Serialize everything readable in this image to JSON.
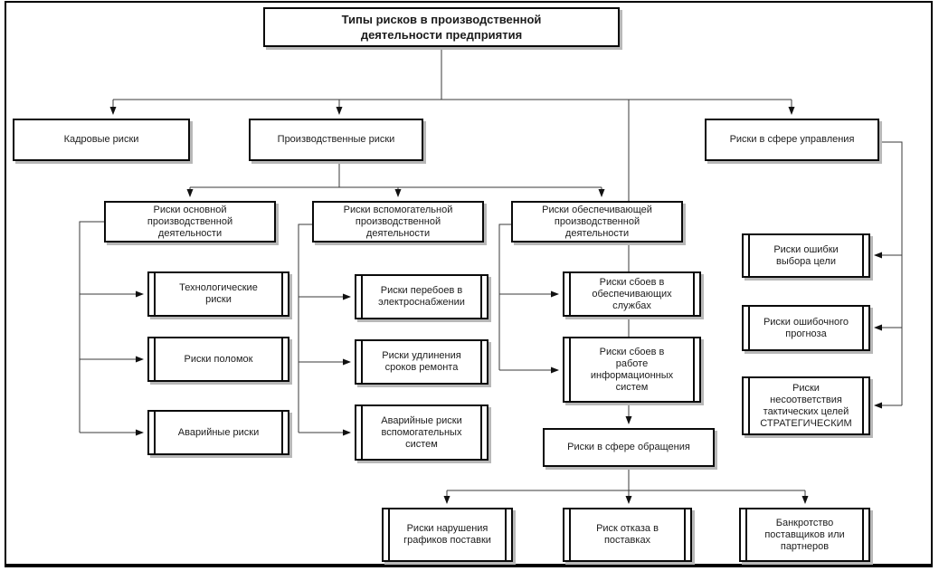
{
  "diagram": {
    "kind": "flowchart",
    "language": "ru",
    "colors": {
      "border": "#0a0a0a",
      "background": "#ffffff",
      "shadow": "#b8b8b8",
      "line": "#3a3a3a",
      "text": "#1c1c1c"
    },
    "nodes": {
      "title": "Типы рисков в производственной\nдеятельности предприятия",
      "kadrovye": "Кадровые риски",
      "proizvodstvennye": "Производственные риски",
      "upravleniya": "Риски в сфере управления",
      "osnovnoy": "Риски основной\nпроизводственной\nдеятельности",
      "vspomogatelnoy": "Риски вспомогательной\nпроизводственной\nдеятельности",
      "obespechivayushchey": "Риски обеспечивающей\nпроизводственной\nдеятельности",
      "tekhnologicheskie": "Технологические\nриски",
      "polomok": "Риски поломок",
      "avariynye": "Аварийные риски",
      "pereboev": "Риски перебоев в\nэлектроснабжении",
      "udlineniya": "Риски удлинения\nсроков ремонта",
      "avariynye_vspom": "Аварийные риски\nвспомогательных\nсистем",
      "sboev_sluzhbakh": "Риски сбоев в\nобеспечивающих\nслужбах",
      "sboev_inform": "Риски сбоев в\nработе\nинформационных\nсистем",
      "oshibki_tseli": "Риски ошибки\nвыбора цели",
      "oshibochnogo_prognoza": "Риски ошибочного\nпрогноза",
      "nesootvetstviya": "Риски\nнесоответствия\nтактических целей\nСТРАТЕГИЧЕСКИМ",
      "obrashcheniya": "Риски в сфере обращения",
      "narusheniya_grafikov": "Риски нарушения\nграфиков поставки",
      "otkaza_postavkakh": "Риск отказа в\nпоставках",
      "bankrotstvo": "Банкротство\nпоставщиков или\nпартнеров"
    }
  }
}
